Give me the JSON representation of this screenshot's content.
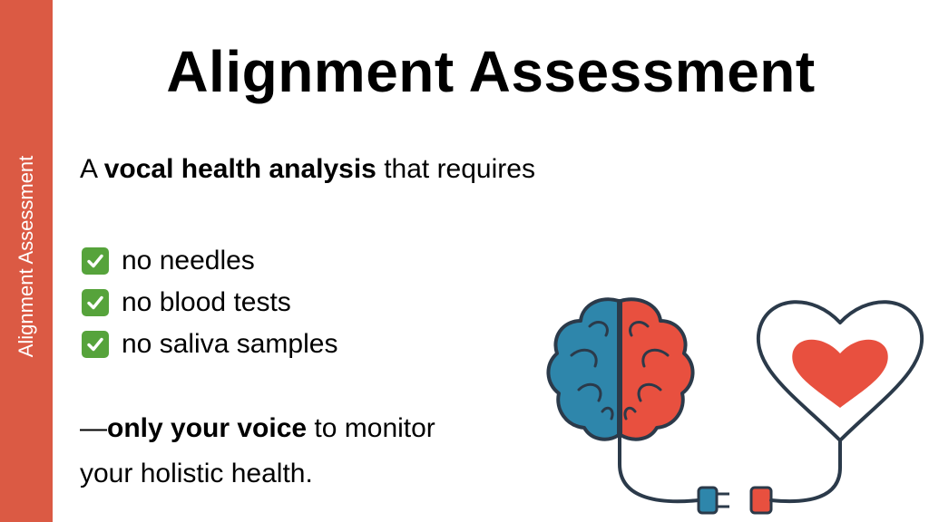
{
  "sidebar": {
    "label": "Alignment Assessment"
  },
  "slide": {
    "title": "Alignment Assessment",
    "intro": {
      "prefix": "A ",
      "emphasis": "vocal health analysis",
      "suffix": " that requires"
    },
    "checklist": [
      {
        "icon": "check-mark-button-icon",
        "label": "no needles"
      },
      {
        "icon": "check-mark-button-icon",
        "label": "no blood tests"
      },
      {
        "icon": "check-mark-button-icon",
        "label": "no saliva samples"
      }
    ],
    "closing": {
      "prefix": "—",
      "emphasis": "only your voice",
      "line1_suffix": " to monitor",
      "line2": "your holistic health."
    }
  },
  "illustration": {
    "icon": "brain-heart-plug-icon"
  },
  "colors": {
    "accent": "#DB5A44",
    "check": "#56A33B",
    "brain_left": "#2E86AB",
    "brain_right": "#E8503F",
    "heart": "#E8503F",
    "outline": "#2B3A4A"
  }
}
